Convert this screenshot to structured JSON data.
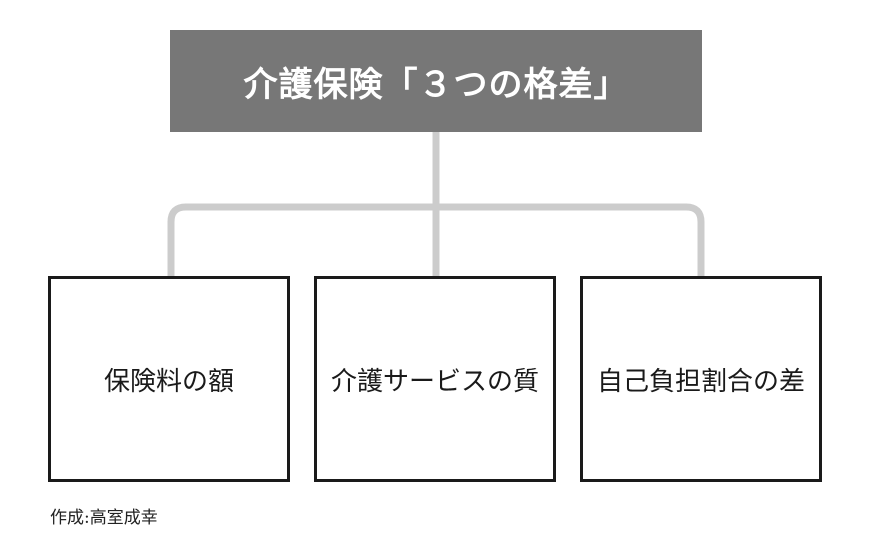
{
  "diagram": {
    "title": "介護保険「３つの格差」",
    "boxes": [
      {
        "label": "保険料の額"
      },
      {
        "label": "介護サービスの質"
      },
      {
        "label": "自己負担割合の差"
      }
    ],
    "credit": "作成:高室成幸",
    "colors": {
      "title_bg": "#777777",
      "title_text": "#ffffff",
      "connector": "#cccccc",
      "box_border": "#1a1a1a"
    }
  }
}
